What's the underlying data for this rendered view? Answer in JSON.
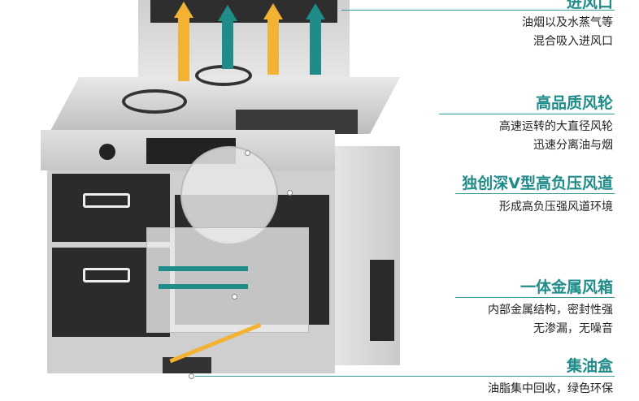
{
  "callouts": [
    {
      "title": "进风口",
      "lines": [
        "油烟以及水蒸气等",
        "混合吸入进风口"
      ]
    },
    {
      "title": "高品质风轮",
      "lines": [
        "高速运转的大直径风轮",
        "迅速分离油与烟"
      ]
    },
    {
      "title": "独创深V型高负压风道",
      "lines": [
        "形成高负压强风道环境"
      ]
    },
    {
      "title": "一体金属风箱",
      "lines": [
        "内部金属结构，密封性强",
        "无渗漏，无噪音"
      ]
    },
    {
      "title": "集油盒",
      "lines": [
        "油脂集中回收，绿色环保"
      ]
    }
  ],
  "colors": {
    "accent": "#1f8c8a",
    "intake_arrow": "#f2b233",
    "exhaust_arrow": "#1f8c8a",
    "panel": "#2b2b2b",
    "steel": "#d9d9d9"
  }
}
